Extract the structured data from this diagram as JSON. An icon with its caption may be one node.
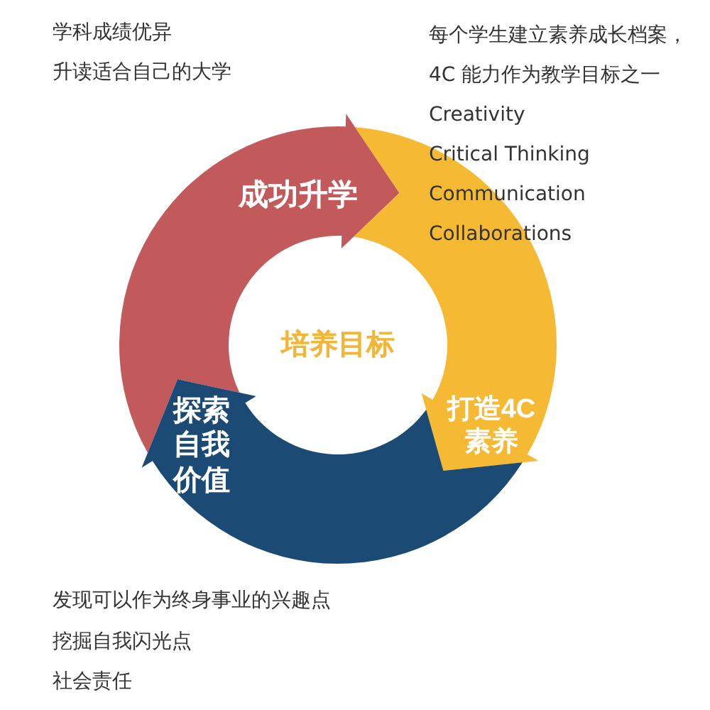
{
  "diagram": {
    "nodes": [
      {
        "text": [
          "成功升学"
        ]
      },
      {
        "text": [
          "打造4C素养"
        ]
      },
      {
        "text": [
          "探索自我价值"
        ]
      }
    ],
    "labels": [
      "学科成绩优异",
      "升读适合自己的大学",
      "每个学生建立素养成长档案，",
      "4C 能力作为教学目标之一",
      "Creativity",
      "Critical Thinking",
      "Communication",
      "Collaborations",
      "培养目标",
      "发现可以作为终身事业的兴趣点",
      "挖掘自我闪光点",
      "社会责任"
    ]
  }
}
